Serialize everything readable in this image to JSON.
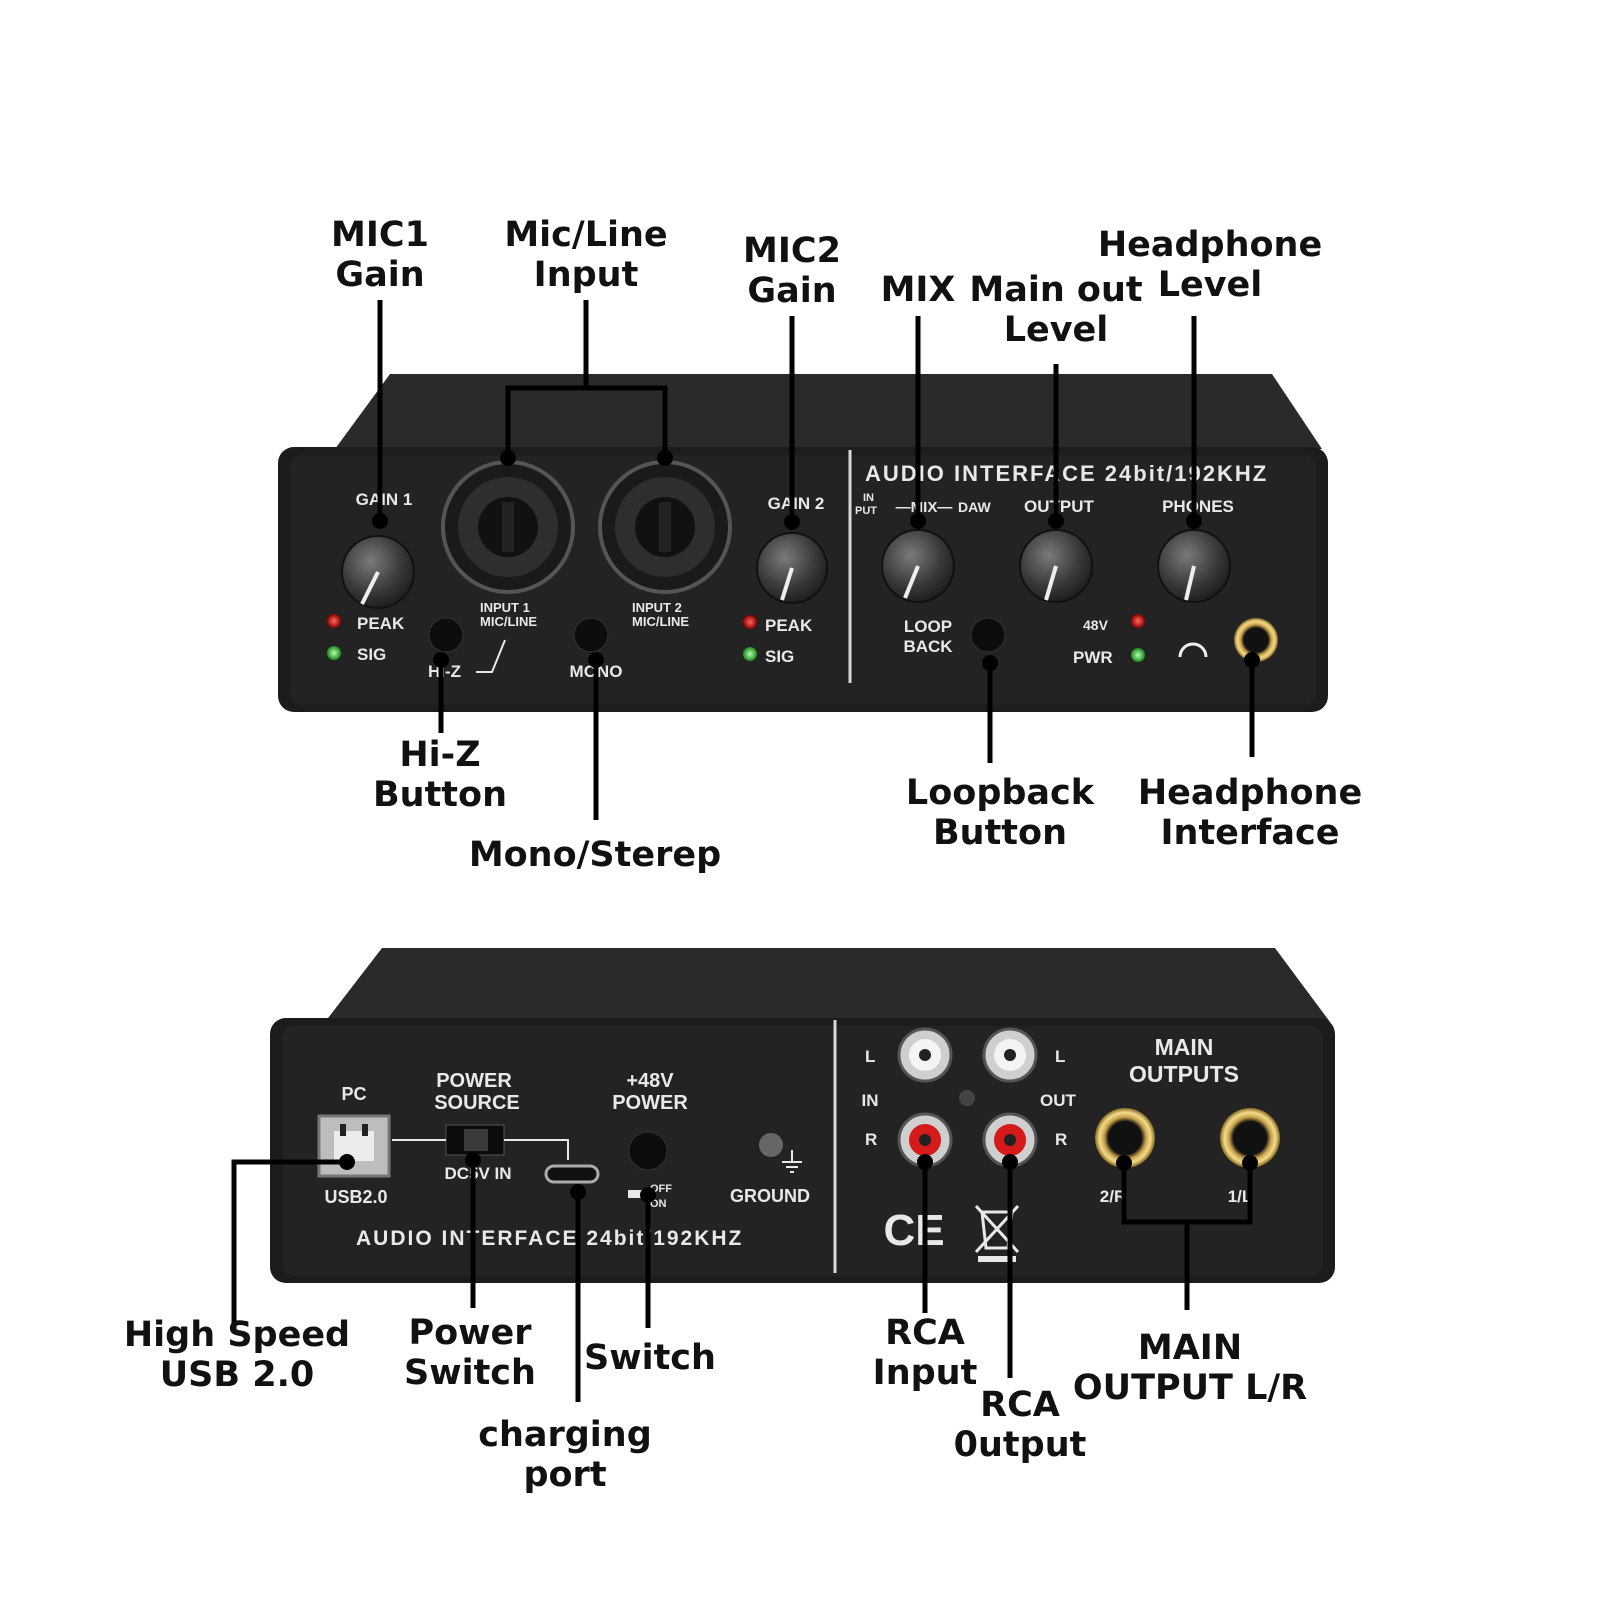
{
  "callouts": {
    "mic1_gain": [
      "MIC1",
      "Gain"
    ],
    "mic_line_input": [
      "Mic/Line",
      "Input"
    ],
    "mic2_gain": [
      "MIC2",
      "Gain"
    ],
    "mix": [
      "MIX"
    ],
    "main_out_level": [
      "Main out",
      "Level"
    ],
    "headphone_level": [
      "Headphone",
      "Level"
    ],
    "hiz_button": [
      "Hi-Z",
      "Button"
    ],
    "mono_stereo": [
      "Mono/Sterep"
    ],
    "loopback_button": [
      "Loopback",
      "Button"
    ],
    "headphone_interface": [
      "Headphone",
      "Interface"
    ],
    "high_speed_usb": [
      "High Speed",
      "USB 2.0"
    ],
    "power_switch": [
      "Power",
      "Switch"
    ],
    "charging_port": [
      "charging",
      "port"
    ],
    "switch": [
      "Switch"
    ],
    "rca_input": [
      "RCA",
      "Input"
    ],
    "rca_output": [
      "RCA",
      "0utput"
    ],
    "main_output_lr": [
      "MAIN",
      "OUTPUT L/R"
    ]
  },
  "front_panel": {
    "gain1": "GAIN 1",
    "gain2": "GAIN 2",
    "peak": "PEAK",
    "sig": "SIG",
    "input1_a": "INPUT 1",
    "input1_b": "MIC/LINE",
    "input2_a": "INPUT 2",
    "input2_b": "MIC/LINE",
    "hiz": "HI-Z",
    "mono": "MONO",
    "title": "AUDIO INTERFACE 24bit/192KHZ",
    "in_put_a": "IN",
    "in_put_b": "PUT",
    "mix_label": "—MIX—",
    "daw": "DAW",
    "output": "OUTPUT",
    "phones": "PHONES",
    "loop": "LOOP",
    "back": "BACK",
    "v48": "48V",
    "pwr": "PWR"
  },
  "rear_panel": {
    "pc": "PC",
    "usb": "USB2.0",
    "power_source_a": "POWER",
    "power_source_b": "SOURCE",
    "dc5v_in": "DC5V IN",
    "p48v_a": "+48V",
    "p48v_b": "POWER",
    "off": "OFF",
    "on": "ON",
    "ground": "GROUND",
    "title": "AUDIO INTERFACE 24bit/192KHZ",
    "l": "L",
    "r": "R",
    "in": "IN",
    "out": "OUT",
    "main_outputs_a": "MAIN",
    "main_outputs_b": "OUTPUTS",
    "out_2r": "2/R",
    "out_1l": "1/L",
    "ce": "CE"
  }
}
